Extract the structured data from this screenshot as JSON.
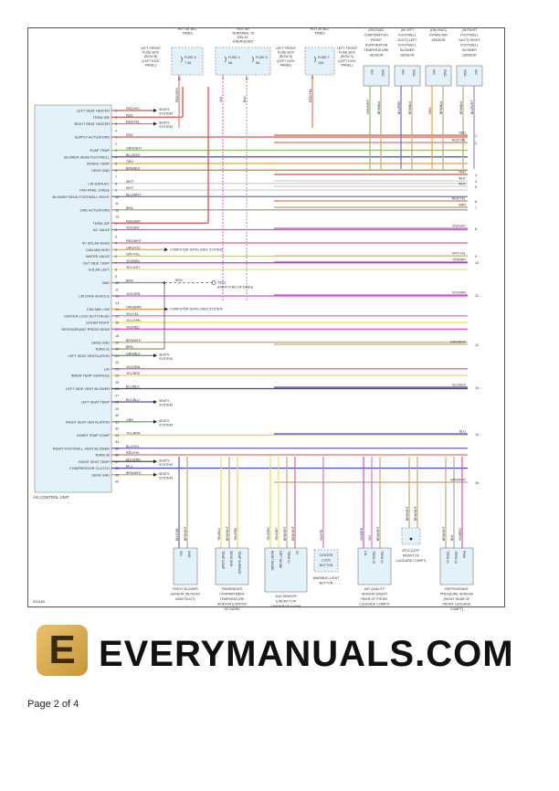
{
  "diagram_id": "532160",
  "page_label": "Page 2 of 4",
  "watermark": "EVERYMANUALS.COM",
  "logo_letter": "E",
  "control_unit": {
    "name": "A/C CONTROL UNIT",
    "seats_label": "SEATS SYSTEM",
    "pins": [
      {
        "pin": "1",
        "label": "LEFT SEAT HEATER",
        "wire": "RED/VIO",
        "color": "#d9534f",
        "to": "seats"
      },
      {
        "pin": "2",
        "label": "TERM 30F",
        "wire": "RED",
        "color": "#d9534f",
        "to": "up"
      },
      {
        "pin": "3",
        "label": "RIGHT SEAT HEATER",
        "wire": "RED/YEL",
        "color": "#e8735a",
        "to": "seats"
      },
      {
        "pin": "4",
        "label": "",
        "wire": "",
        "color": "",
        "to": ""
      },
      {
        "pin": "1",
        "label": "SUPPLY ACTUATORS",
        "wire": "RED",
        "color": "#d9534f",
        "to": "right"
      },
      {
        "pin": "2",
        "label": "",
        "wire": "",
        "color": "",
        "to": ""
      },
      {
        "pin": "3",
        "label": "EVAP TEMP",
        "wire": "GRN/WHT",
        "color": "#8cc063",
        "to": "right"
      },
      {
        "pin": "4",
        "label": "BLOWER SENS FOOTWELL",
        "wire": "BLU/RED",
        "color": "#4a4ac8",
        "to": "right"
      },
      {
        "pin": "5",
        "label": "INTAKE TEMP",
        "wire": "ORG",
        "color": "#f0a040",
        "to": "right"
      },
      {
        "pin": "6",
        "label": "SENS GND",
        "wire": "BRN/BLK",
        "color": "#a08a60",
        "to": "right"
      },
      {
        "pin": "7",
        "label": "",
        "wire": "",
        "color": "",
        "to": ""
      },
      {
        "pin": "8",
        "label": "LIN DATA A/C",
        "wire": "WHT",
        "color": "#cfcfcf",
        "to": "right"
      },
      {
        "pin": "9",
        "label": "FAN FINAL STAGE",
        "wire": "WHT",
        "color": "#cfcfcf",
        "to": "right"
      },
      {
        "pin": "10",
        "label": "BLOWER SENS FOOTWELL RIGHT",
        "wire": "BLU/WHT",
        "color": "#6a6ae0",
        "to": "right"
      },
      {
        "pin": "11",
        "label": "",
        "wire": "",
        "color": "",
        "to": ""
      },
      {
        "pin": "12",
        "label": "GND ACTUATORS",
        "wire": "BRN",
        "color": "#b09a70",
        "to": "right"
      },
      {
        "pin": "13",
        "label": "",
        "wire": "",
        "color": "",
        "to": ""
      },
      {
        "pin": "1",
        "label": "TERM 30F",
        "wire": "RED/GRY",
        "color": "#d9534f",
        "to": "up"
      },
      {
        "pin": "2",
        "label": "AC VALVE",
        "wire": "VIO/GRY",
        "color": "#d050d0",
        "to": "right"
      },
      {
        "pin": "3",
        "label": "",
        "wire": "",
        "color": "",
        "to": ""
      },
      {
        "pin": "4",
        "label": "5V SOLAR SENS",
        "wire": "RED/WHT",
        "color": "#e06080",
        "to": "right"
      },
      {
        "pin": "5",
        "label": "CAN MM HIGH",
        "wire": "ORG/VIO",
        "color": "#f0a040",
        "to": "data"
      },
      {
        "pin": "6",
        "label": "WATER VALVE",
        "wire": "GRY/YEL",
        "color": "#c8c890",
        "to": "right"
      },
      {
        "pin": "7",
        "label": "OUT SIDE TEMP",
        "wire": "VIO/BRN",
        "color": "#b040b0",
        "to": "right"
      },
      {
        "pin": "8",
        "label": "SOLAR LEFT",
        "wire": "YEL/GRY",
        "color": "#e8e070",
        "to": "right"
      },
      {
        "pin": "9",
        "label": "",
        "wire": "",
        "color": "",
        "to": ""
      },
      {
        "pin": "10",
        "label": "GND",
        "wire": "BRN",
        "color": "#a08a60",
        "to": "gnd"
      },
      {
        "pin": "11",
        "label": "",
        "wire": "",
        "color": "",
        "to": ""
      },
      {
        "pin": "12",
        "label": "LIN DATA VEHICLE",
        "wire": "VIO/GRN",
        "color": "#d050d0",
        "to": "right"
      },
      {
        "pin": "13",
        "label": "",
        "wire": "",
        "color": "",
        "to": ""
      },
      {
        "pin": "14",
        "label": "CAN MM LOW",
        "wire": "ORG/BRN",
        "color": "#f0a040",
        "to": "data"
      },
      {
        "pin": "15",
        "label": "CENTER LOCK BUTTON BG",
        "wire": "VIO/YEL",
        "color": "#e070d0",
        "to": "right"
      },
      {
        "pin": "16",
        "label": "SOLAR RIGHT",
        "wire": "YEL/GRN",
        "color": "#e0e060",
        "to": "right"
      },
      {
        "pin": "17",
        "label": "REFRIGERANT PRESS SENS",
        "wire": "VIO/RED",
        "color": "#e050c0",
        "to": "right"
      },
      {
        "pin": "18",
        "label": "",
        "wire": "",
        "color": "",
        "to": ""
      },
      {
        "pin": "19",
        "label": "SENS GND",
        "wire": "BRN/WHT",
        "color": "#c0a880",
        "to": "right"
      },
      {
        "pin": "20",
        "label": "TERM 31",
        "wire": "BRN",
        "color": "#a08a60",
        "to": "gnd"
      },
      {
        "pin": "21",
        "label": "LEFT SEAT VENTILATION",
        "wire": "GRN/BLK",
        "color": "#50a050",
        "to": "seats"
      },
      {
        "pin": "22",
        "label": "",
        "wire": "",
        "color": "",
        "to": ""
      },
      {
        "pin": "23",
        "label": "LIN",
        "wire": "VIO/GRN",
        "color": "#d050d0",
        "to": "right"
      },
      {
        "pin": "24",
        "label": "INNER TEMP SURFACE",
        "wire": "YEL/RED",
        "color": "#f0d060",
        "to": "right"
      },
      {
        "pin": "25",
        "label": "",
        "wire": "",
        "color": "",
        "to": ""
      },
      {
        "pin": "26",
        "label": "LEFT SIDE VENT BLOWER",
        "wire": "BLU/BLK",
        "color": "#4040a0",
        "to": "right"
      },
      {
        "pin": "27",
        "label": "",
        "wire": "",
        "color": "",
        "to": ""
      },
      {
        "pin": "28",
        "label": "LEFT SEAT TEMP",
        "wire": "BLK/BLU",
        "color": "#5050a0",
        "to": "seats"
      },
      {
        "pin": "29",
        "label": "",
        "wire": "",
        "color": "",
        "to": ""
      },
      {
        "pin": "30",
        "label": "",
        "wire": "",
        "color": "",
        "to": ""
      },
      {
        "pin": "31",
        "label": "RIGHT SEAT VENTILATION",
        "wire": "GRN",
        "color": "#50b050",
        "to": "seats"
      },
      {
        "pin": "32",
        "label": "",
        "wire": "",
        "color": "",
        "to": ""
      },
      {
        "pin": "33",
        "label": "INNER TEMP COMP",
        "wire": "YEL/BRN",
        "color": "#d8d090",
        "to": "right"
      },
      {
        "pin": "34",
        "label": "",
        "wire": "",
        "color": "",
        "to": ""
      },
      {
        "pin": "35",
        "label": "RIGHT FOOTWELL VENT BLOWER",
        "wire": "BLU/YEL",
        "color": "#6060c0",
        "to": "right"
      },
      {
        "pin": "36",
        "label": "TERM 30",
        "wire": "RED/YEL",
        "color": "#e8735a",
        "to": "right"
      },
      {
        "pin": "37",
        "label": "RIGHT SEAT TEMP",
        "wire": "BLK/GRN",
        "color": "#405040",
        "to": "seats"
      },
      {
        "pin": "38",
        "label": "COMPRESSOR CLUTCH",
        "wire": "BLU",
        "color": "#4a4ac8",
        "to": "right"
      },
      {
        "pin": "39",
        "label": "SENS GND",
        "wire": "BRN/WHT",
        "color": "#c0a880",
        "to": "seats"
      },
      {
        "pin": "40",
        "label": "",
        "wire": "",
        "color": "",
        "to": ""
      }
    ]
  },
  "data_lines_label": "COMPUTER DATA LINES SYSTEM",
  "ground": {
    "wire": "BRN",
    "name": "GF21",
    "location": "(RIGHT END OF DASH)"
  },
  "right_connectors": [
    {
      "num": "1",
      "wire": "RED",
      "color": "#d9534f"
    },
    {
      "num": "2",
      "wire": "RED/YEL",
      "color": "#e8735a"
    },
    {
      "num": "3",
      "wire": "RED",
      "color": "#d9534f"
    },
    {
      "num": "4",
      "wire": "WHT",
      "color": "#cfcfcf"
    },
    {
      "num": "5",
      "wire": "WHT",
      "color": "#cfcfcf"
    },
    {
      "num": "6",
      "wire": "RED/YEL",
      "color": "#e8735a"
    },
    {
      "num": "7",
      "wire": "BRN",
      "color": "#b09a70"
    },
    {
      "num": "8",
      "wire": "VIO/GRY",
      "color": "#d050d0"
    },
    {
      "num": "9",
      "wire": "GRY/YEL",
      "color": "#c8c890"
    },
    {
      "num": "10",
      "wire": "VIO/BRN",
      "color": "#b040b0"
    },
    {
      "num": "11",
      "wire": "VIO/GRN",
      "color": "#d050d0"
    },
    {
      "num": "12",
      "wire": "BRN/WHT",
      "color": "#c0a880"
    },
    {
      "num": "13",
      "wire": "BLU/BLK",
      "color": "#4040a0"
    },
    {
      "num": "14",
      "wire": "BLU",
      "color": "#4a4ac8"
    },
    {
      "num": "15",
      "wire": "BRN/WHT",
      "color": "#c0a880"
    }
  ],
  "fuses": [
    {
      "header": "HOT AT ALL TIMES",
      "box": "LEFT FRONT FUSE BOX (ROW B) (LEFT KICK PANEL)",
      "fuses": [
        {
          "name": "FUSE 8",
          "rating": "7.5A"
        }
      ],
      "wires": [
        {
          "pin": "18",
          "wire": "RED/GRY",
          "color": "#e08080"
        }
      ]
    },
    {
      "header": "HOT W/ TERMINAL 15 RELAY ENERGIZED",
      "box": "LEFT FRONT FUSE BOX (ROW D) (LEFT KICK PANEL)",
      "fuses": [
        {
          "name": "FUSE 4",
          "rating": "5A"
        },
        {
          "name": "FUSE 5",
          "rating": "5A"
        }
      ],
      "wires": [
        {
          "pin": "4",
          "wire": "VIO",
          "color": "#e070e0"
        },
        {
          "pin": "12",
          "wire": "BLK",
          "color": "#aaaaaa"
        }
      ]
    },
    {
      "header": "HOT AT ALL TIMES",
      "box": "LEFT FRONT FUSE BOX (ROW C) (LEFT KICK PANEL)",
      "fuses": [
        {
          "name": "FUSE 7",
          "rating": "10A"
        }
      ],
      "wires": [
        {
          "pin": "2",
          "wire": "RED/YEL",
          "color": "#e8735a"
        }
      ]
    }
  ],
  "top_sensors": [
    {
      "desc": "(ON HVAC EVAPORATOR) FRONT EVAPORATOR TEMPERATURE SENSOR",
      "pins": [
        "SIG",
        "GND"
      ],
      "wires": [
        "GRN/WHT",
        "BRN/BLK"
      ],
      "colors": [
        "#8cc063",
        "#c0a880"
      ]
    },
    {
      "desc": "(IN LEFT FOOTWELL DUCT) LEFT FOOTWELL BLOWER SENSOR",
      "pins": [
        "SIG",
        "GND"
      ],
      "wires": [
        "BLU/RED",
        "BRN/BLK"
      ],
      "colors": [
        "#6a6ae0",
        "#c0a880"
      ]
    },
    {
      "desc": "(ON HVAC) INTAKE AIR SENSOR",
      "pins": [
        "SIG",
        "GND"
      ],
      "wires": [
        "ORG",
        "BRN/BLK"
      ],
      "colors": [
        "#f0a040",
        "#c0a880"
      ]
    },
    {
      "desc": "(IN RIGHT FOOTWELL DUCT) RIGHT FOOTWELL BLOWER SENSOR",
      "pins": [
        "GND",
        "SIG"
      ],
      "wires": [
        "BRN/BLK",
        "BLU/WHT"
      ],
      "colors": [
        "#c0a880",
        "#8a8ae8"
      ]
    }
  ],
  "bottom_components": [
    {
      "name": "RIGHT BLOWER SENSOR (IN RIGHT DASH DUCT)",
      "pins": [
        "SIG",
        "GND"
      ],
      "wires": [
        "BLU/YEL",
        "BRN/WHT"
      ],
      "colors": [
        "#6060c0",
        "#c0a880"
      ]
    },
    {
      "name": "PASSENGER COMPARTMENT TEMPERATURE SENSOR (CENTER OF DASH)",
      "pins": [
        "TEMP COMP",
        "SENS GND",
        "TEMP SURFACE"
      ],
      "wires": [
        "YEL/BLU",
        "BRN/WHT",
        "YEL/RED"
      ],
      "colors": [
        "#e8e070",
        "#c0a880",
        "#f0d060"
      ]
    },
    {
      "name": "SUN SENSOR (UNDER TOP CENTER OF DASH)",
      "pins": [
        "RIGHT DIODE",
        "LEFT DIODE",
        "TERM 31",
        "5V"
      ],
      "wires": [
        "YEL/GRN",
        "YEL/GRY",
        "BRN/WHT",
        "RED/WHT"
      ],
      "colors": [
        "#e0e060",
        "#e8e070",
        "#c0a880",
        "#e06080"
      ]
    },
    {
      "name": "WARNING LIGHT BUTTON",
      "box": "CENTER LOCK BUTTON",
      "pins": [],
      "wires": [
        "VIO/YEL"
      ],
      "colors": [
        "#e070d0"
      ]
    },
    {
      "name": "AIR QUALITY SENSOR (RIGHT REAR OF FRONT LUGGAGE COMPT)",
      "pins": [
        "LIN",
        "TERM 15",
        "TERM 31"
      ],
      "wires": [
        "VIO/GRN",
        "VIO",
        "BRN/WHT"
      ],
      "colors": [
        "#d050d0",
        "#e070e0",
        "#c0a880"
      ]
    },
    {
      "name": "GF12 (LEFT FRONT OF LUGGAGE COMPT)",
      "pins": [],
      "wires": [
        "BRN/WHT",
        "BRN/WHT"
      ],
      "colors": [
        "#c0a880",
        "#c0a880"
      ]
    },
    {
      "name": "REFRIGERANT PRESSURE SENSOR (RIGHT REAR OF FRONT LUGGAGE COMPT)",
      "pins": [
        "TERM 31",
        "TERM 15",
        "PWM"
      ],
      "wires": [
        "BRN/WHT",
        "BLK",
        "VIO/RED"
      ],
      "colors": [
        "#c0a880",
        "#aaaaaa",
        "#e050c0"
      ]
    }
  ]
}
